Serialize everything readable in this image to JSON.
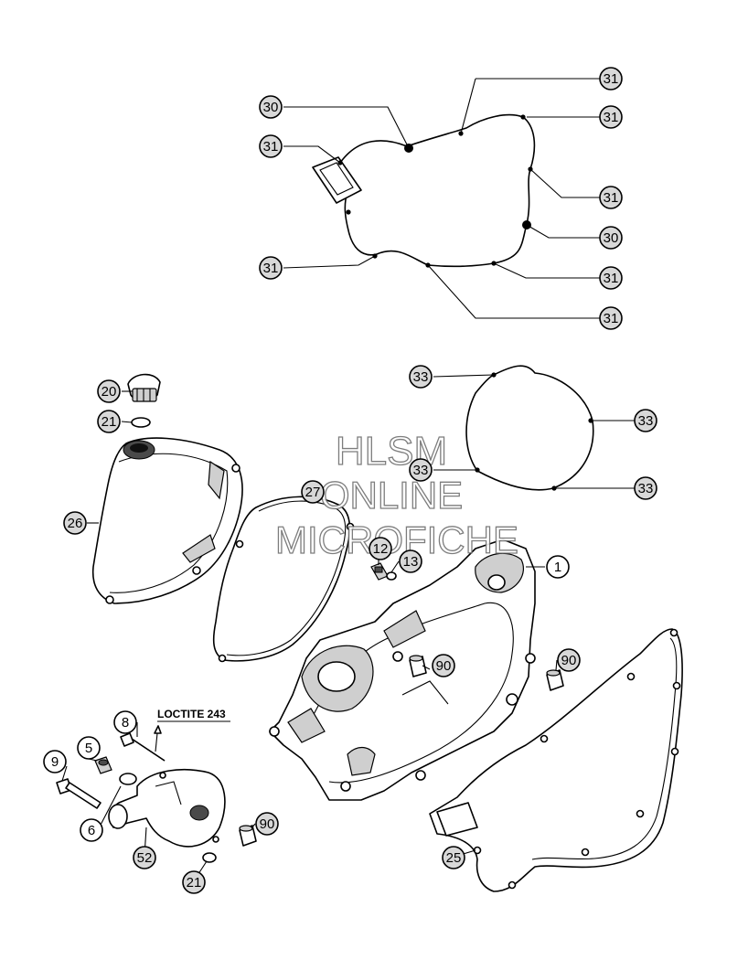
{
  "watermark": {
    "line1": "HLSM",
    "line2": "ONLINE",
    "line3": "MICROFICHE"
  },
  "note_loctite": "LOCTITE 243",
  "callouts": [
    "31",
    "30",
    "31",
    "31",
    "31",
    "30",
    "31",
    "31",
    "31",
    "33",
    "33",
    "33",
    "33",
    "20",
    "21",
    "26",
    "27",
    "12",
    "13",
    "1",
    "90",
    "90",
    "8",
    "5",
    "9",
    "6",
    "52",
    "90",
    "21",
    "25"
  ],
  "colors": {
    "line": "#000000",
    "shade": "#cfcfcf",
    "watermark_stroke": "#707070"
  }
}
